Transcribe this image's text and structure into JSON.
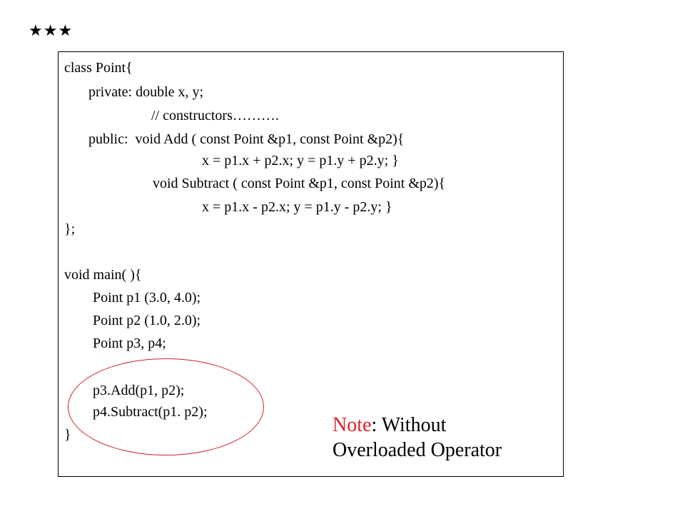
{
  "stars": "★★★",
  "code_lines": {
    "l1": "class Point{",
    "l2": "private: double x, y;",
    "l3": "// constructors……….",
    "l4": "public:  void Add ( const Point &p1, const Point &p2){",
    "l5": "x = p1.x + p2.x; y = p1.y + p2.y; }",
    "l6": "void Subtract ( const Point &p1, const Point &p2){",
    "l7": "x = p1.x - p2.x; y = p1.y - p2.y; }",
    "l8": "};",
    "l9": "void main( ){",
    "l10": "Point p1 (3.0, 4.0);",
    "l11": "Point p2 (1.0, 2.0);",
    "l12": "Point p3, p4;",
    "l13": "p3.Add(p1, p2);",
    "l14": "p4.Subtract(p1. p2);",
    "l15": "}"
  },
  "note": {
    "label": "Note",
    "line1_rest": ": Without",
    "line2": "Overloaded Operator"
  },
  "colors": {
    "accent": "#e0202a",
    "ellipse": "#d0202a"
  }
}
